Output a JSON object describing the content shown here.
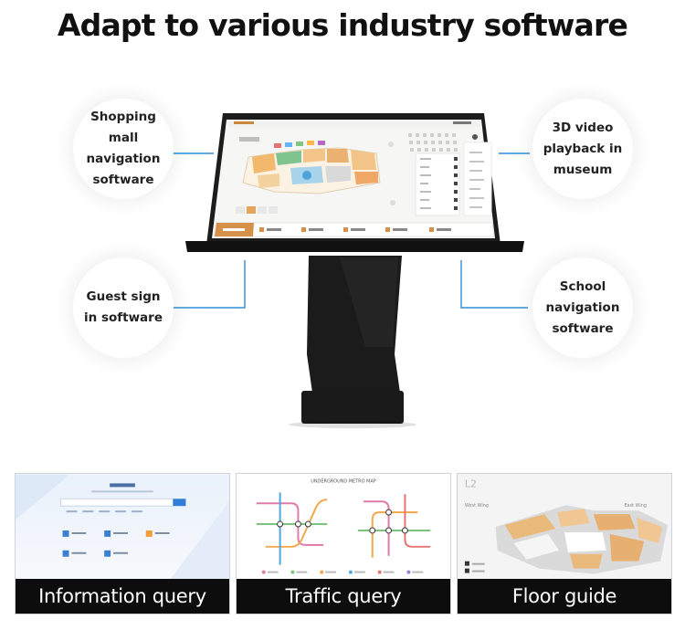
{
  "title": "Adapt to various industry software",
  "features": [
    {
      "id": "shopping",
      "label": "Shopping\nmall navigation\nsoftware"
    },
    {
      "id": "museum",
      "label": "3D video\nplayback in\nmuseum"
    },
    {
      "id": "guest",
      "label": "Guest sign\nin software"
    },
    {
      "id": "school",
      "label": "School\nnavigation\nsoftware"
    }
  ],
  "cards": [
    {
      "label": "Information query"
    },
    {
      "label": "Traffic query"
    },
    {
      "label": "Floor guide"
    }
  ],
  "floor_card": {
    "floor": "L2",
    "west": "West Wing",
    "east": "East Wing"
  },
  "metro_card": {
    "heading": "UNDERGROUND METRO MAP"
  },
  "colors": {
    "accent": "#2f8fd6",
    "bar": "#0d0d0d",
    "kiosk": "#1a1a1a"
  }
}
